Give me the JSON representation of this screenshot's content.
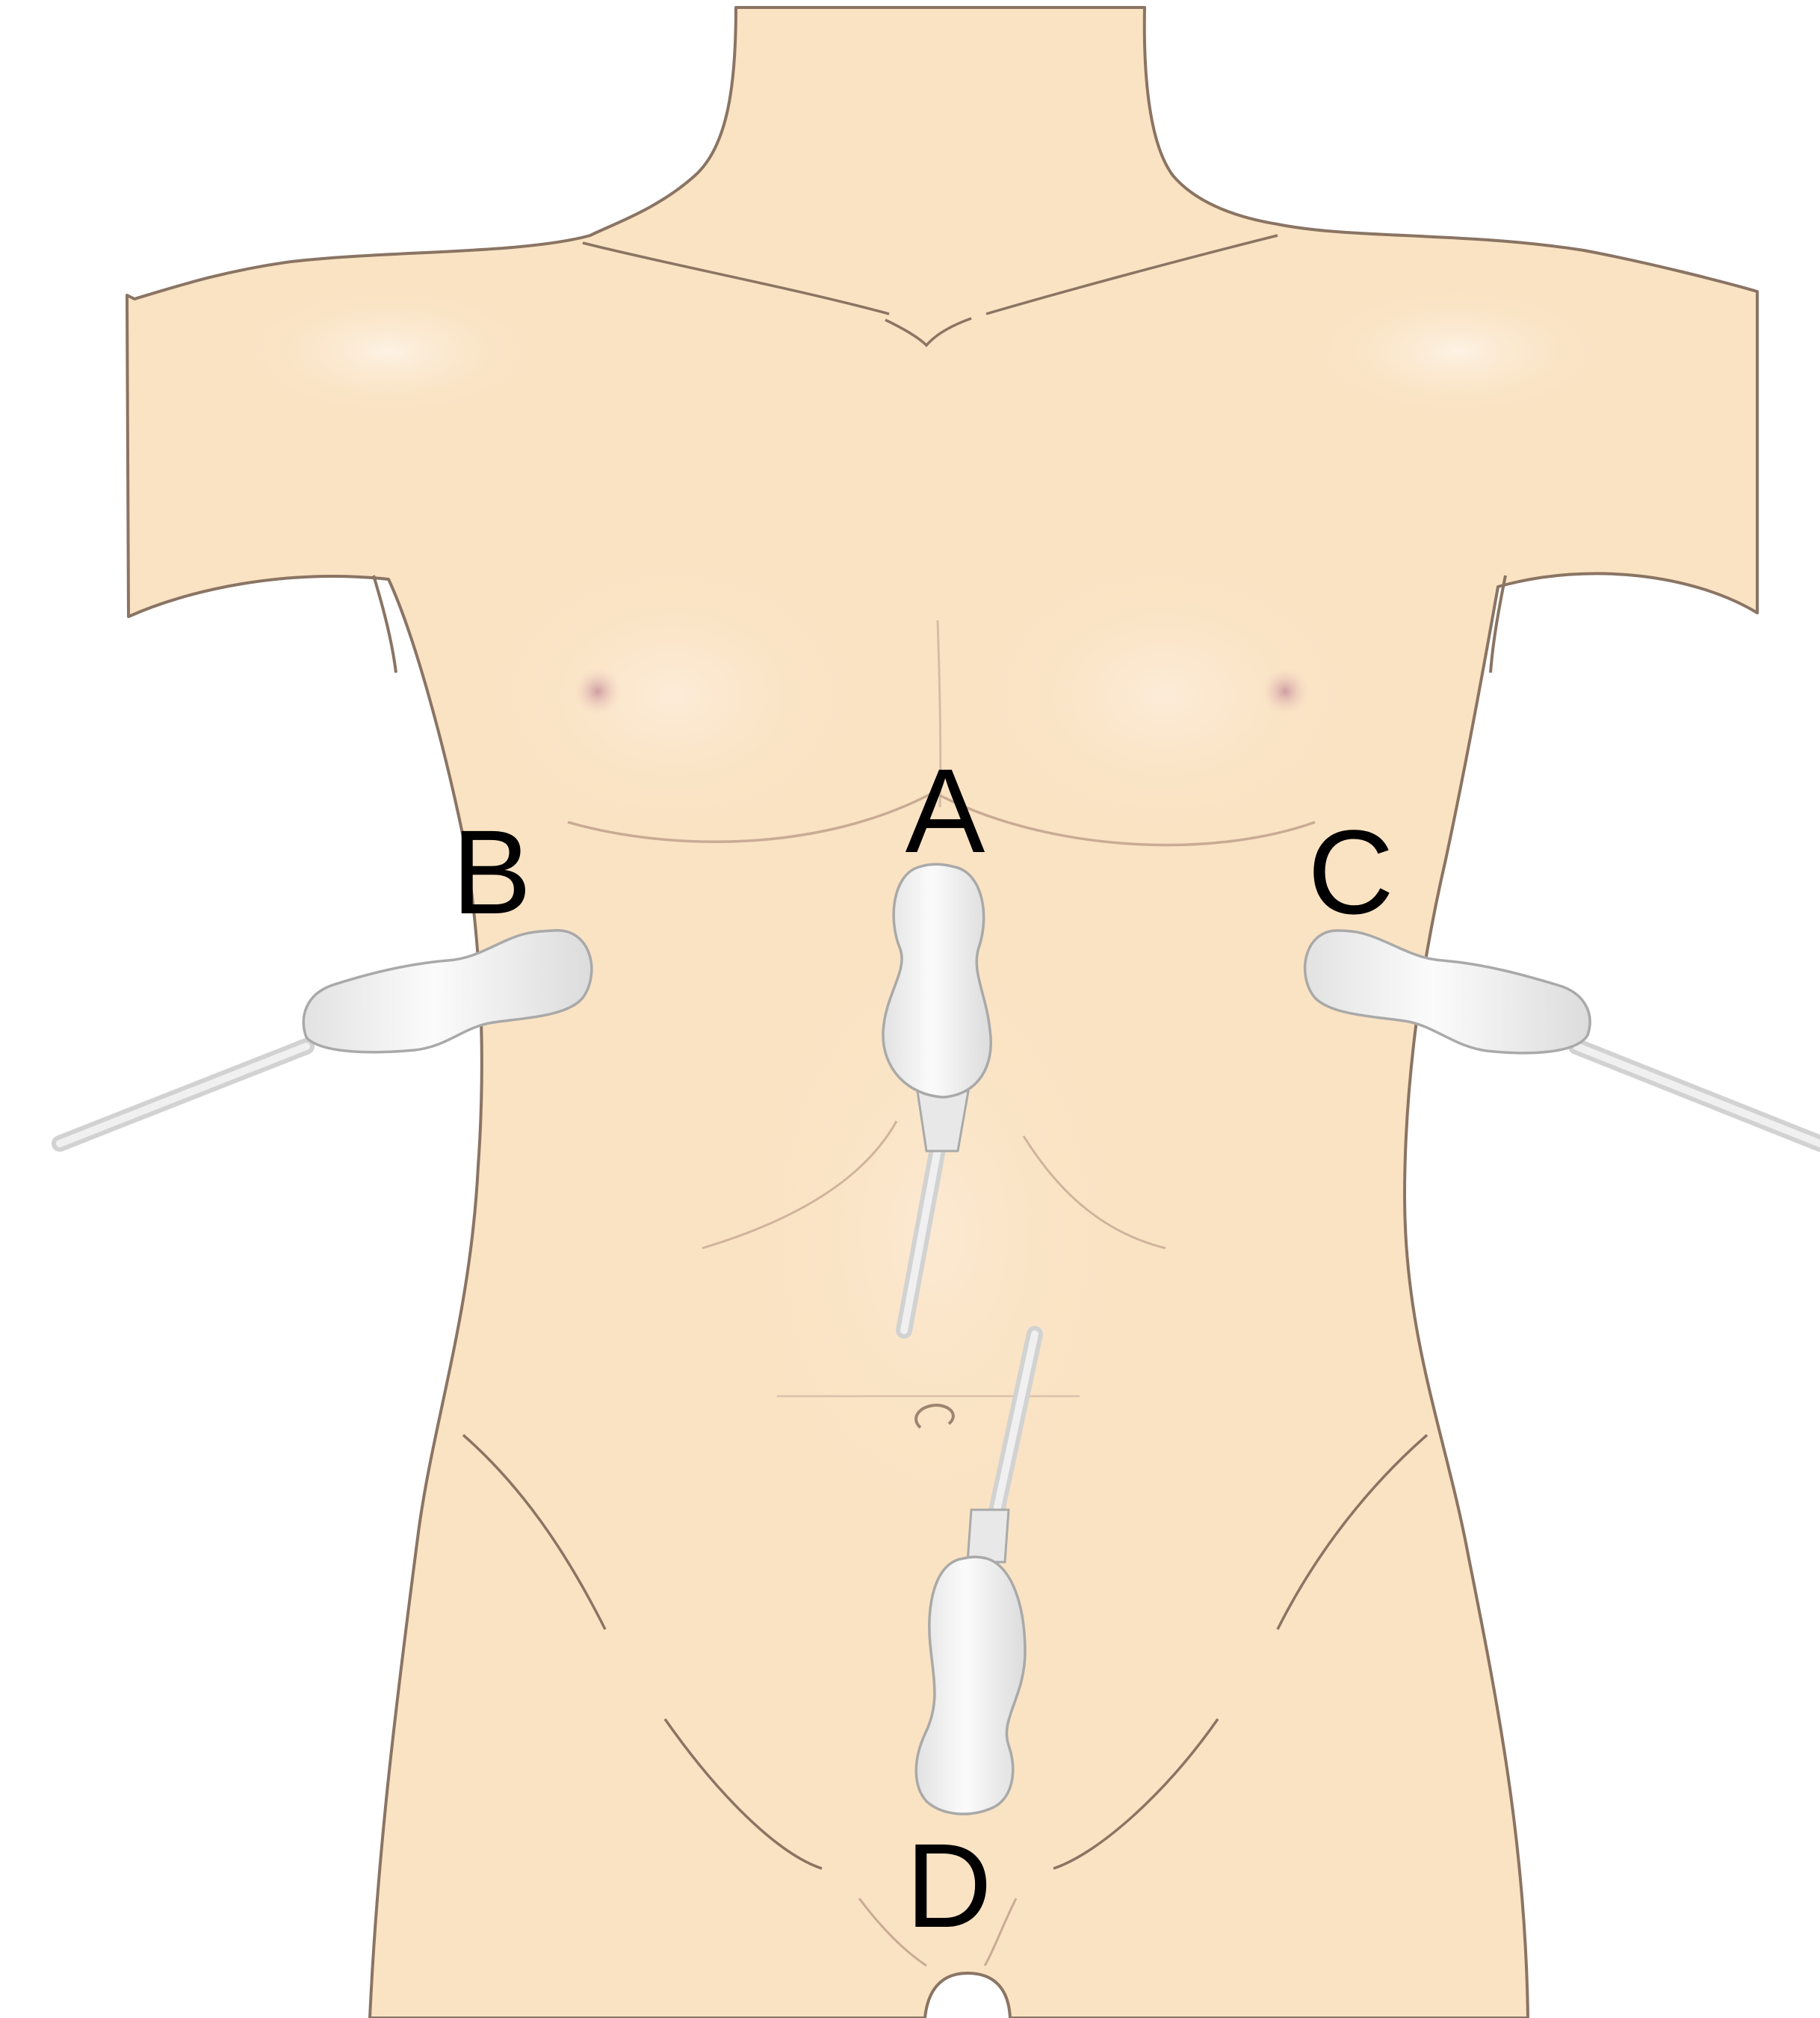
{
  "colors": {
    "background": "#ffffff",
    "skin": "#fae3c3",
    "skin_highlight": "#fdf0de",
    "outline": "#8a7463",
    "crease": "#c9ab94",
    "nipple": "#d9aaa8",
    "probe_body": "#f3f3f3",
    "probe_outline": "#a9a9a9",
    "cable": "#e7e7e7",
    "label": "#000000"
  },
  "labels": {
    "a": "A",
    "b": "B",
    "c": "C",
    "d": "D"
  },
  "icons": {
    "probe_a": "ultrasound-probe-icon",
    "probe_b": "ultrasound-probe-icon",
    "probe_c": "ultrasound-probe-icon",
    "probe_d": "ultrasound-probe-icon"
  }
}
